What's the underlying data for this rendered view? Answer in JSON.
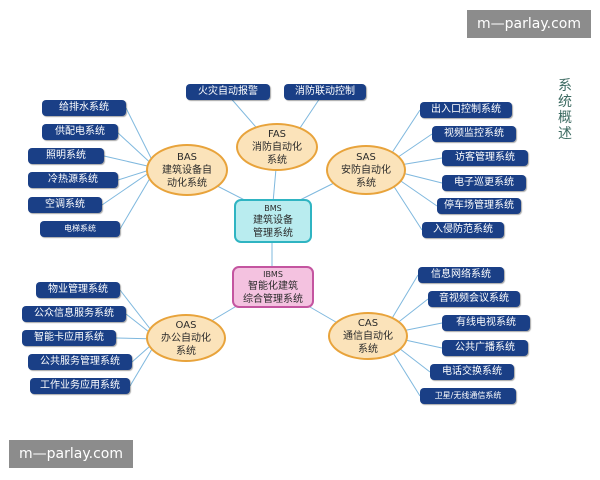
{
  "watermark_top": "m—parlay.com",
  "watermark_bottom": "m—parlay.com",
  "side_title": [
    "系",
    "统",
    "概",
    "述"
  ],
  "center": {
    "bms": [
      "BMS",
      "建筑设备",
      "管理系统"
    ],
    "ibms": [
      "IBMS",
      "智能化建筑",
      "综合管理系统"
    ]
  },
  "fas": {
    "node": [
      "FAS",
      "消防自动化",
      "系统"
    ],
    "items": [
      "火灾自动报警",
      "消防联动控制"
    ]
  },
  "bas": {
    "node": [
      "BAS",
      "建筑设备自",
      "动化系统"
    ],
    "items": [
      "给排水系统",
      "供配电系统",
      "照明系统",
      "冷热源系统",
      "空调系统",
      "电梯系统"
    ]
  },
  "sas": {
    "node": [
      "SAS",
      "安防自动化",
      "系统"
    ],
    "items": [
      "出入口控制系统",
      "视频监控系统",
      "访客管理系统",
      "电子巡更系统",
      "停车场管理系统",
      "入侵防范系统"
    ]
  },
  "oas": {
    "node": [
      "OAS",
      "办公自动化",
      "系统"
    ],
    "items": [
      "物业管理系统",
      "公众信息服务系统",
      "智能卡应用系统",
      "公共服务管理系统",
      "工作业务应用系统"
    ]
  },
  "cas": {
    "node": [
      "CAS",
      "通信自动化",
      "系统"
    ],
    "items": [
      "信息网络系统",
      "音视频会议系统",
      "有线电视系统",
      "公共广播系统",
      "电话交换系统",
      "卫星/无线通信系统"
    ]
  }
}
